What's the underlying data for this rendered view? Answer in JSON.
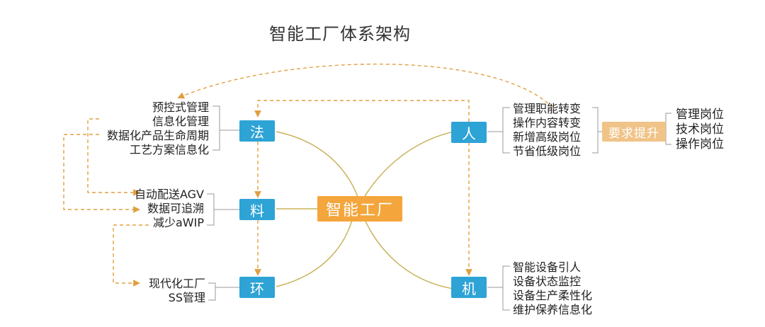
{
  "title": "智能工厂体系架构",
  "center": "智能工厂",
  "nodes": {
    "fa": "法",
    "liao": "料",
    "huan": "环",
    "ren": "人",
    "ji": "机"
  },
  "requirement": "要求提升",
  "lists": {
    "fa": [
      "预控式管理",
      "信息化管理",
      "数据化产品生命周期",
      "工艺方案信息化"
    ],
    "liao": [
      "自动配送AGV",
      "数据可追溯",
      "减少aWIP"
    ],
    "huan": [
      "现代化工厂",
      "SS管理"
    ],
    "ren": [
      "管理职能转变",
      "操作内容转变",
      "新增高级岗位",
      "节省低级岗位"
    ],
    "ji": [
      "智能设备引人",
      "设备状态监控",
      "设备生产柔性化",
      "维护保养信息化"
    ],
    "positions": [
      "管理岗位",
      "技术岗位",
      "操作岗位"
    ]
  },
  "colors": {
    "node_blue": "#2ea3d6",
    "center_orange": "#f4a63c",
    "requirement_orange": "#f0c388",
    "curve_yellow": "#c9b35a",
    "arrow_dash": "#e0a040",
    "bracket_gray": "#999999"
  }
}
